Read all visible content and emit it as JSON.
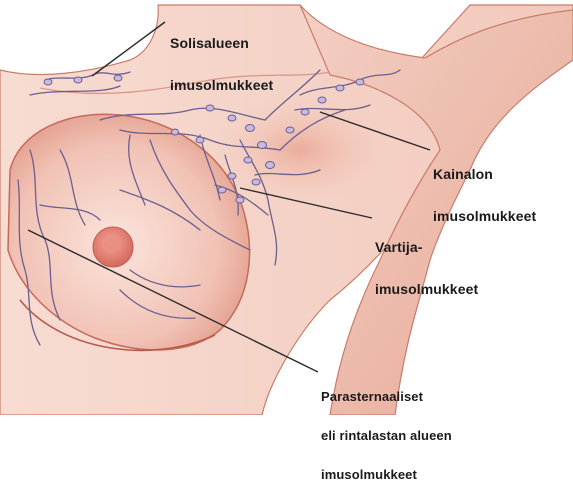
{
  "labels": {
    "supraclavicular": [
      "Solisalueen",
      "imusolmukkeet"
    ],
    "axillary": [
      "Kainalon",
      "imusolmukkeet"
    ],
    "sentinel": [
      "Vartija-",
      "imusolmukkeet"
    ],
    "parasternal": [
      "Parasternaaliset",
      "eli rintalastan alueen",
      "imusolmukkeet"
    ]
  },
  "colors": {
    "skin_light": "#f6d6cc",
    "skin_mid": "#eeb3a3",
    "skin_dark": "#d98a78",
    "outline": "#c46a5a",
    "vessel": "#6b5f8f",
    "node": "#c9b8e0",
    "nipple": "#e07a6e",
    "leader": "#2a2a2a"
  }
}
